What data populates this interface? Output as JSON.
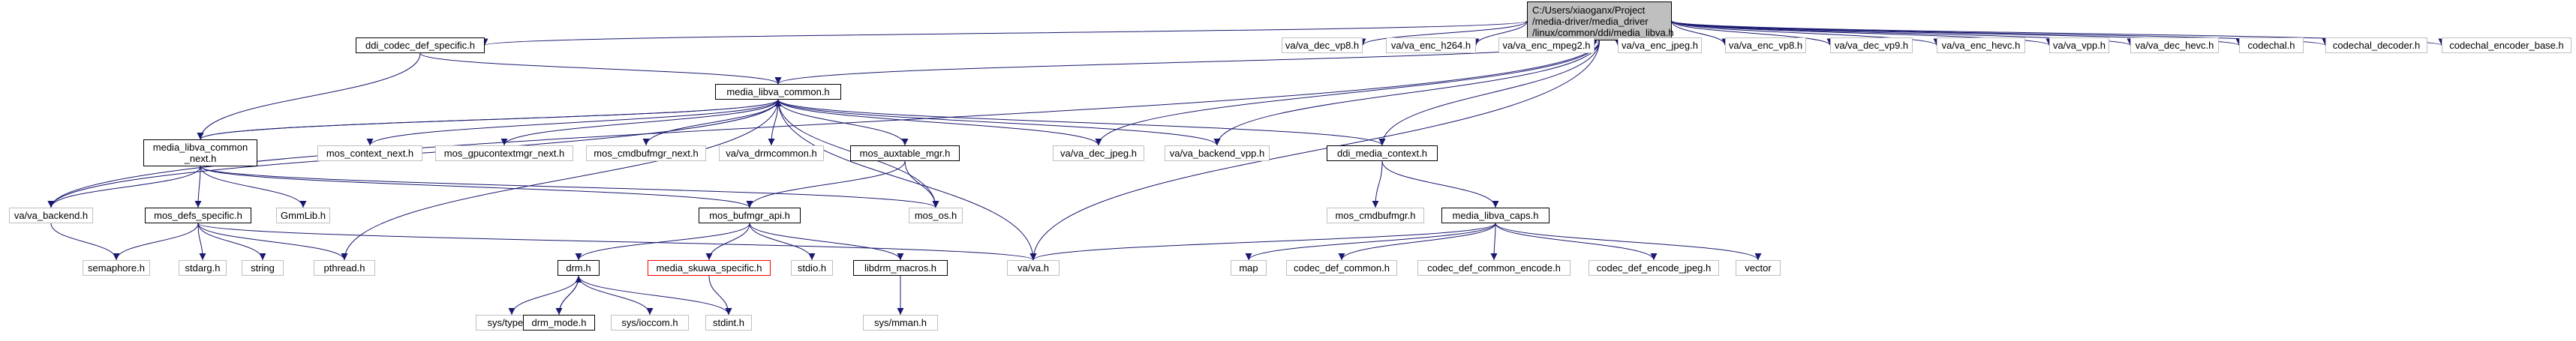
{
  "root": {
    "line1": "C:/Users/xiaoganx/Project",
    "line2": "/media-driver/media_driver",
    "line3": "/linux/common/ddi/media_libva.h"
  },
  "nodes": {
    "ddi_codec_def_specific": "ddi_codec_def_specific.h",
    "media_libva_common": "media_libva_common.h",
    "va_dec_vp8": "va/va_dec_vp8.h",
    "va_enc_h264": "va/va_enc_h264.h",
    "va_enc_mpeg2": "va/va_enc_mpeg2.h",
    "va_enc_jpeg": "va/va_enc_jpeg.h",
    "va_enc_vp8": "va/va_enc_vp8.h",
    "va_dec_vp9": "va/va_dec_vp9.h",
    "va_enc_hevc": "va/va_enc_hevc.h",
    "va_vpp": "va/va_vpp.h",
    "va_dec_hevc": "va/va_dec_hevc.h",
    "codechal": "codechal.h",
    "codechal_decoder": "codechal_decoder.h",
    "codechal_encoder_base": "codechal_encoder_base.h",
    "media_libva_common_next_1": "media_libva_common",
    "media_libva_common_next_2": "_next.h",
    "mos_context_next": "mos_context_next.h",
    "mos_gpucontextmgr_next": "mos_gpucontextmgr_next.h",
    "mos_cmdbufmgr_next": "mos_cmdbufmgr_next.h",
    "va_drmcommon": "va/va_drmcommon.h",
    "mos_auxtable_mgr": "mos_auxtable_mgr.h",
    "va_dec_jpeg": "va/va_dec_jpeg.h",
    "va_backend_vpp": "va/va_backend_vpp.h",
    "ddi_media_context": "ddi_media_context.h",
    "va_backend": "va/va_backend.h",
    "mos_defs_specific": "mos_defs_specific.h",
    "gmmlib": "GmmLib.h",
    "mos_bufmgr_api": "mos_bufmgr_api.h",
    "mos_os": "mos_os.h",
    "mos_cmdbufmgr": "mos_cmdbufmgr.h",
    "media_libva_caps": "media_libva_caps.h",
    "semaphore": "semaphore.h",
    "stdarg": "stdarg.h",
    "string": "string",
    "pthread": "pthread.h",
    "va": "va/va.h",
    "drm": "drm.h",
    "media_skuwa_specific": "media_skuwa_specific.h",
    "stdio": "stdio.h",
    "libdrm_macros": "libdrm_macros.h",
    "map": "map",
    "codec_def_common": "codec_def_common.h",
    "codec_def_common_encode": "codec_def_common_encode.h",
    "codec_def_encode_jpeg": "codec_def_encode_jpeg.h",
    "vector": "vector",
    "sys_types": "sys/types.h",
    "drm_mode": "drm_mode.h",
    "sys_ioccom": "sys/ioccom.h",
    "stdint": "stdint.h",
    "sys_mman": "sys/mman.h"
  },
  "colors": {
    "edge": "#191970",
    "root_fill": "#bfbfbf",
    "external_border": "#bfbfbf",
    "documented_border": "#000000",
    "missing_border": "#ff0000"
  }
}
